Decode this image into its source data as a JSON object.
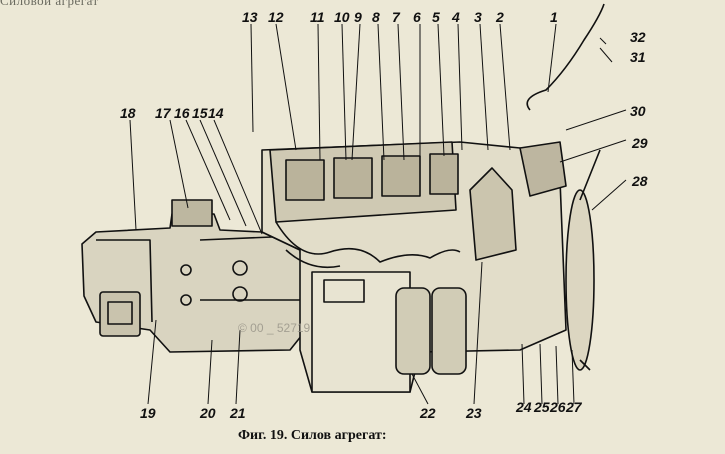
{
  "header_fragment": "Силовой агрегат",
  "caption": "Фиг. 19. Силов агрегат:",
  "watermark": "© 00 _ 52719",
  "callouts": [
    "1",
    "2",
    "3",
    "4",
    "5",
    "6",
    "7",
    "8",
    "9",
    "10",
    "11",
    "12",
    "13",
    "14",
    "15",
    "16",
    "17",
    "18",
    "19",
    "20",
    "21",
    "22",
    "23",
    "24",
    "25",
    "26",
    "27",
    "28",
    "29",
    "30",
    "31",
    "32"
  ]
}
